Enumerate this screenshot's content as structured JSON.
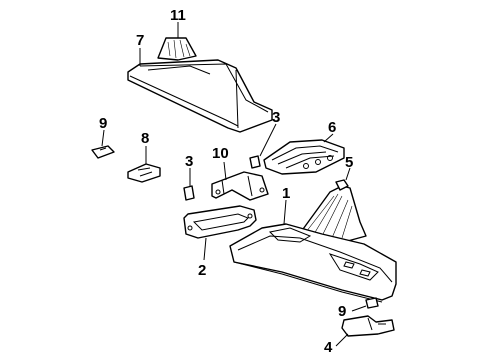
{
  "callouts": [
    {
      "id": "c11",
      "label": "11"
    },
    {
      "id": "c7",
      "label": "7"
    },
    {
      "id": "c3a",
      "label": "3"
    },
    {
      "id": "c6",
      "label": "6"
    },
    {
      "id": "c9a",
      "label": "9"
    },
    {
      "id": "c8",
      "label": "8"
    },
    {
      "id": "c3b",
      "label": "3"
    },
    {
      "id": "c10",
      "label": "10"
    },
    {
      "id": "c5",
      "label": "5"
    },
    {
      "id": "c1",
      "label": "1"
    },
    {
      "id": "c2",
      "label": "2"
    },
    {
      "id": "c9b",
      "label": "9"
    },
    {
      "id": "c4",
      "label": "4"
    }
  ]
}
